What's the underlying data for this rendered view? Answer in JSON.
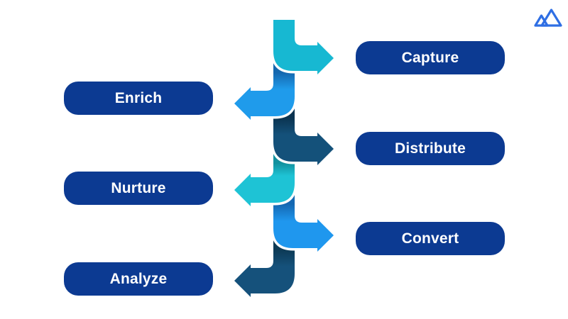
{
  "canvas": {
    "background": "#FFFFFF"
  },
  "brand_logo": {
    "icon": "mountain-peaks-icon",
    "color": "#2F6FE4"
  },
  "diagram": {
    "type": "lead-lifecycle-flow",
    "pill_bg_color": "#0C3A92",
    "pill_text_color": "#FFFFFF",
    "stages": [
      {
        "label": "Capture",
        "side": "right",
        "arrow_color": "#17B8D2",
        "arrow_shadow": "#0FA3BC"
      },
      {
        "label": "Enrich",
        "side": "left",
        "arrow_color": "#1F9BEB",
        "arrow_shadow": "#1467AE"
      },
      {
        "label": "Distribute",
        "side": "right",
        "arrow_color": "#14517A",
        "arrow_shadow": "#0B3350"
      },
      {
        "label": "Nurture",
        "side": "left",
        "arrow_color": "#1EC3D5",
        "arrow_shadow": "#12919E"
      },
      {
        "label": "Convert",
        "side": "right",
        "arrow_color": "#1F97EE",
        "arrow_shadow": "#1468B2"
      },
      {
        "label": "Analyze",
        "side": "left",
        "arrow_color": "#15517B",
        "arrow_shadow": "#0D3A55"
      }
    ]
  }
}
